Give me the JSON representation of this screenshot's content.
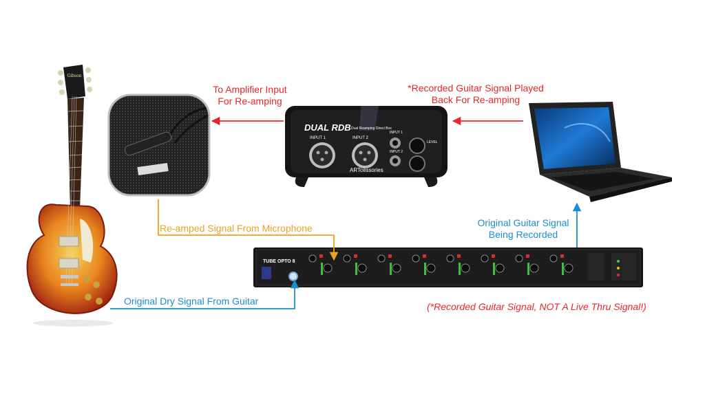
{
  "labels": {
    "amp_input_line1": "To Amplifier Input",
    "amp_input_line2": "For Re-amping",
    "recorded_played_line1": "*Recorded Guitar Signal Played",
    "recorded_played_line2": "Back For Re-amping",
    "reamped_signal": "Re-amped Signal From Microphone",
    "original_recorded_line1": "Original Guitar Signal",
    "original_recorded_line2": "Being Recorded",
    "dry_signal": "Original Dry Signal From Guitar",
    "footnote": "(*Recorded Guitar Signal, NOT A Live Thru Signal!)"
  },
  "devices": {
    "reamp_box_brand": "DUAL RDB",
    "reamp_box_subtitle": "Dual Reamping Direct Box",
    "reamp_box_input1": "INPUT 1",
    "reamp_box_input2": "INPUT 2",
    "reamp_box_input1_jack": "INPUT 1",
    "reamp_box_input2_jack": "INPUT 2",
    "reamp_box_level": "LEVEL",
    "reamp_box_footer": "ARTcessories",
    "preamp_brand": "TUBE OPTO 8",
    "guitar_brand": "Gibson"
  },
  "colors": {
    "red_arrow": "#e8262a",
    "orange_arrow": "#f0a020",
    "blue_arrow": "#1a8fd0"
  }
}
